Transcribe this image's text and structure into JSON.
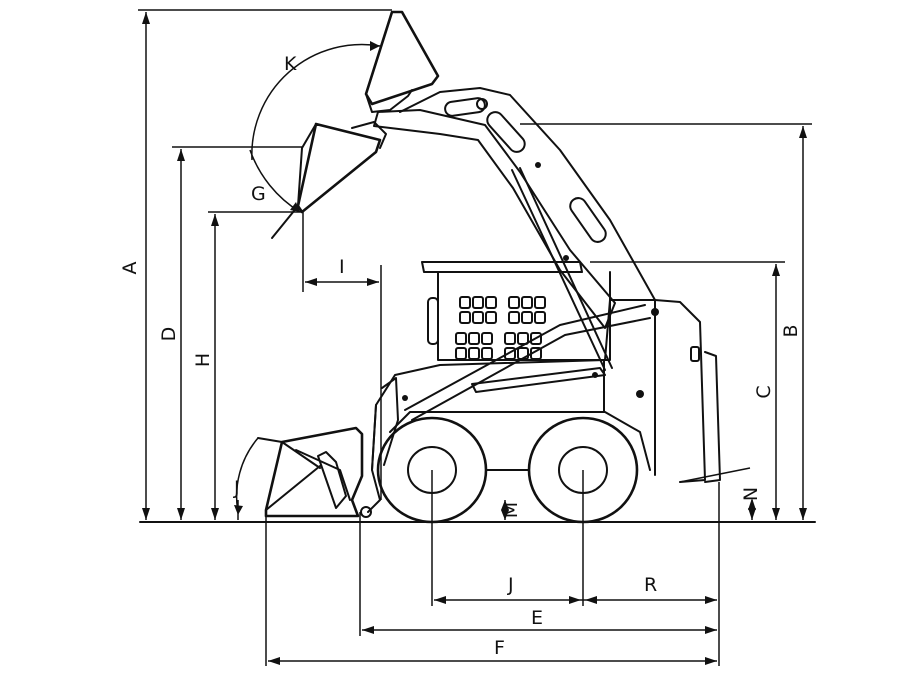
{
  "labels": {
    "A": "A",
    "B": "B",
    "C": "C",
    "D": "D",
    "H": "H",
    "K": "K",
    "G": "G",
    "I": "I",
    "J_front": "J",
    "M": "M",
    "N": "N",
    "J_bottom": "J",
    "R": "R",
    "E": "E",
    "F": "F"
  },
  "colors": {
    "ink": "#111111",
    "background": "#ffffff"
  },
  "icons": [
    "skid-steer-loader",
    "bucket",
    "wheel",
    "dimension-arrow"
  ]
}
